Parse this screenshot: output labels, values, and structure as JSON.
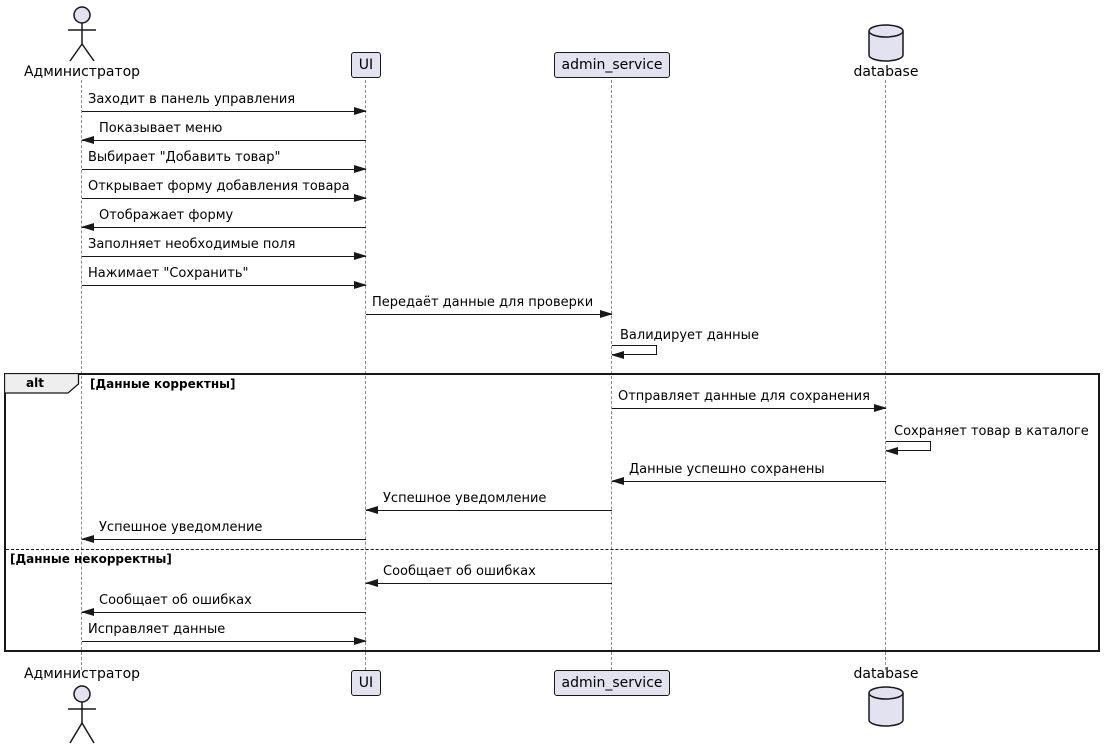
{
  "diagram_type": "uml-sequence-diagram",
  "participants": {
    "admin": {
      "label": "Администратор",
      "kind": "actor"
    },
    "ui": {
      "label": "UI",
      "kind": "participant"
    },
    "service": {
      "label": "admin_service",
      "kind": "participant"
    },
    "db": {
      "label": "database",
      "kind": "database"
    }
  },
  "messages": [
    {
      "from": "admin",
      "to": "ui",
      "label": "Заходит в панель управления",
      "kind": "sync"
    },
    {
      "from": "ui",
      "to": "admin",
      "label": "Показывает меню",
      "kind": "sync"
    },
    {
      "from": "admin",
      "to": "ui",
      "label": "Выбирает \"Добавить товар\"",
      "kind": "sync"
    },
    {
      "from": "admin",
      "to": "ui",
      "label": "Открывает форму добавления товара",
      "kind": "sync"
    },
    {
      "from": "ui",
      "to": "admin",
      "label": "Отображает форму",
      "kind": "sync"
    },
    {
      "from": "admin",
      "to": "ui",
      "label": "Заполняет необходимые поля",
      "kind": "sync"
    },
    {
      "from": "admin",
      "to": "ui",
      "label": "Нажимает \"Сохранить\"",
      "kind": "sync"
    },
    {
      "from": "ui",
      "to": "service",
      "label": "Передаёт данные для проверки",
      "kind": "sync"
    },
    {
      "from": "service",
      "to": "service",
      "label": "Валидирует данные",
      "kind": "self"
    },
    {
      "from": "service",
      "to": "db",
      "label": "Отправляет данные для сохранения",
      "kind": "sync"
    },
    {
      "from": "db",
      "to": "db",
      "label": "Сохраняет товар в каталоге",
      "kind": "self"
    },
    {
      "from": "db",
      "to": "service",
      "label": "Данные успешно сохранены",
      "kind": "sync"
    },
    {
      "from": "service",
      "to": "ui",
      "label": "Успешное уведомление",
      "kind": "sync"
    },
    {
      "from": "ui",
      "to": "admin",
      "label": "Успешное уведомление",
      "kind": "sync"
    },
    {
      "from": "service",
      "to": "ui",
      "label": "Сообщает об ошибках",
      "kind": "sync"
    },
    {
      "from": "ui",
      "to": "admin",
      "label": "Сообщает об ошибках",
      "kind": "sync"
    },
    {
      "from": "admin",
      "to": "ui",
      "label": "Исправляет данные",
      "kind": "sync"
    }
  ],
  "alt_frame": {
    "operator": "alt",
    "condition_success": "[Данные корректны]",
    "condition_error": "[Данные некорректны]"
  },
  "colors": {
    "participant_fill": "#E2E2F0",
    "border": "#181818",
    "lifeline": "#8A8A8A",
    "alt_operator_fill": "#EEEEEE",
    "background": "#FFFFFF"
  }
}
